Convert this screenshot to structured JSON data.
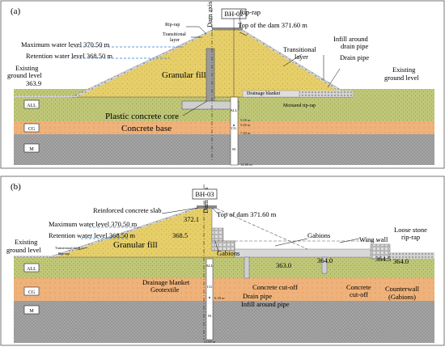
{
  "panel_a": {
    "tag": "(a)",
    "borehole": "BH-02",
    "dam_axis": "Dam axis",
    "rip_rap_left": "Rip-rap",
    "transitional_left_1": "Transitional",
    "transitional_left_2": "layer",
    "rip_rap_right": "Rip-rap",
    "top_dam": "Top of the dam 371.60 m",
    "max_water": "Maximum water level 370.50 m",
    "retention_water": "Retention water level 368.50 m",
    "existing_left_1": "Existing",
    "existing_left_2": "ground level",
    "elev_left": "363.9",
    "granular_fill": "Granular fill",
    "transitional_right_1": "Transitional",
    "transitional_right_2": "layer",
    "infill_1": "Infill around",
    "infill_2": "drain pipe",
    "drain_pipe": "Drain pipe",
    "existing_right_1": "Existing",
    "existing_right_2": "ground level",
    "drainage_blanket": "Drainage blanket",
    "mortared": "Mortared rip-rap",
    "plastic_core": "Plastic concrete core",
    "concrete_base": "Concrete base",
    "layer_all": "ALL",
    "layer_cg": "CG",
    "layer_m": "M",
    "bh_all": "ALL",
    "bh_cg": "CG",
    "bh_m": "M",
    "depth_1": "5.00 m",
    "depth_2": "5.60 m",
    "depth_3": "7.20 m",
    "depth_4": "12.00 m"
  },
  "panel_b": {
    "tag": "(b)",
    "borehole": "BH-03",
    "dam_axis": "Dam axis",
    "reinforced_slab": "Reinforced concrete slab",
    "elev_372": "372.1",
    "top_dam": "Top of dam 371.60 m",
    "max_water": "Maximum water level 370.50 m",
    "retention_water": "Retention water level 368.50 m",
    "elev_368": "368.5",
    "existing_left_1": "Existing",
    "existing_left_2": "ground level",
    "transitional": "Transitional layer",
    "rip_rap": "Rip-rap",
    "granular_fill": "Granular fill",
    "gabions_1": "Gabions",
    "gabions_2": "Gabions",
    "wing_wall": "Wing wall",
    "loose_stone_1": "Loose stone",
    "loose_stone_2": "rip-rap",
    "elev_363": "363.0",
    "elev_364a": "364.0",
    "elev_364b": "364.5",
    "elev_364c": "364.0",
    "drainage_blanket": "Drainage blanket",
    "geotextile": "Geotextile",
    "concrete_cutoff_1": "Concrete cut-off",
    "drain_pipe": "Drain pipe",
    "infill": "Infill around pipe",
    "concrete_cutoff_2a": "Concrete",
    "concrete_cutoff_2b": "cut-off",
    "counterwall_1": "Counterwall",
    "counterwall_2": "(Gabions)",
    "layer_all": "ALL",
    "layer_cg": "CG",
    "layer_m": "M",
    "bh_cg": "CG",
    "bh_m": "M",
    "bh_all": "ALL",
    "depth_1": "6.30 m",
    "depth_2": "12.00 m"
  },
  "colors": {
    "fill": "#e6cf6a",
    "all": "#c0c878",
    "cg": "#efb27a",
    "m": "#a4a4a4",
    "riprap": "#c8c8c8",
    "water": "#3a7fc4"
  }
}
